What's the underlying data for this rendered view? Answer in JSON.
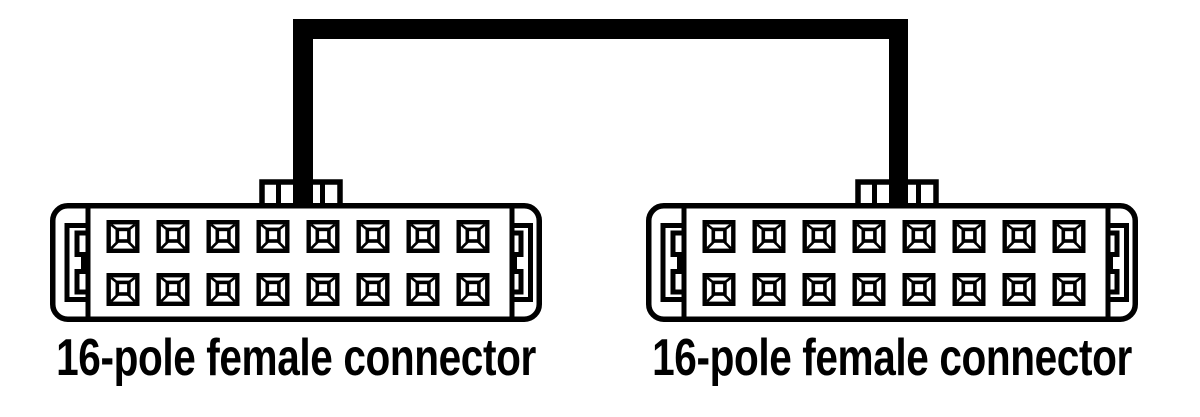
{
  "diagram": {
    "title": "jumper cable between two connectors",
    "background_color": "#ffffff",
    "line_color": "#000000",
    "cable": {
      "name": "wiring-cable",
      "shape": "inverted-U"
    },
    "connectors": [
      {
        "id": "left",
        "label": "16-pole female connector",
        "poles": 16,
        "pin_rows": 2,
        "pin_cols": 8,
        "gender": "female"
      },
      {
        "id": "right",
        "label": "16-pole female connector",
        "poles": 16,
        "pin_rows": 2,
        "pin_cols": 8,
        "gender": "female"
      }
    ]
  }
}
